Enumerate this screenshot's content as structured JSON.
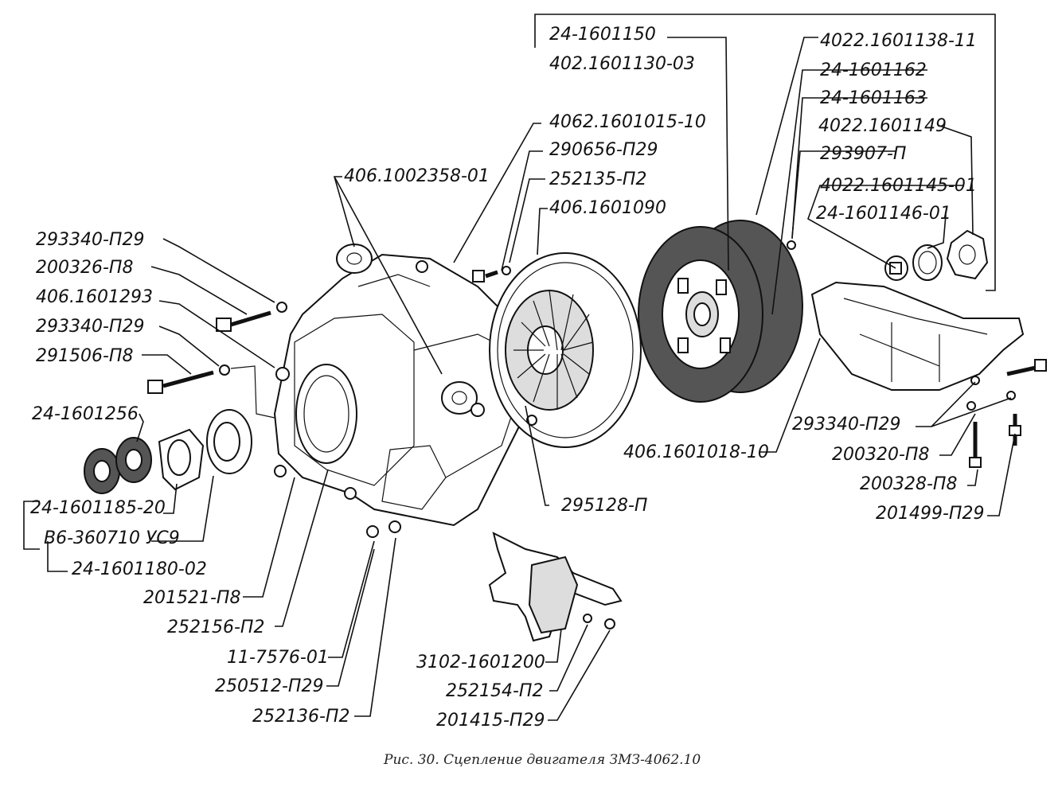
{
  "labels": {
    "l_24_1601150": "24-1601150",
    "l_402_1601130_03": "402.1601130-03",
    "l_4022_1601138_11": "4022.1601138-11",
    "l_24_1601162": "24-1601162",
    "l_24_1601163": "24-1601163",
    "l_4022_1601149": "4022.1601149",
    "l_293907_p": "293907-П",
    "l_4022_1601145_01": "4022.1601145-01",
    "l_24_1601146_01": "24-1601146-01",
    "l_4062_1601015_10": "4062.1601015-10",
    "l_290656_p29": "290656-П29",
    "l_252135_p2": "252135-П2",
    "l_406_1601090": "406.1601090",
    "l_406_1002358_01": "406.1002358-01",
    "l_293340_p29_a": "293340-П29",
    "l_200326_p8": "200326-П8",
    "l_406_1601293": "406.1601293",
    "l_293340_p29_b": "293340-П29",
    "l_291506_p8": "291506-П8",
    "l_24_1601256": "24-1601256",
    "l_24_1601185_20": "24-1601185-20",
    "l_v6_360710": "В6-360710 УС9",
    "l_24_1601180_02": "24-1601180-02",
    "l_201521_p8": "201521-П8",
    "l_252156_p2": "252156-П2",
    "l_11_7576_01": "11-7576-01",
    "l_250512_p29": "250512-П29",
    "l_252136_p2": "252136-П2",
    "l_3102_1601200": "3102-1601200",
    "l_252154_p2": "252154-П2",
    "l_201415_p29": "201415-П29",
    "l_295128_p": "295128-П",
    "l_406_1601018_10": "406.1601018-10",
    "l_293340_p29_c": "293340-П29",
    "l_200320_p8": "200320-П8",
    "l_200328_p8": "200328-П8",
    "l_201499_p29": "201499-П29"
  },
  "caption": "Рис. 30. Сцепление двигателя ЗМЗ-4062.10"
}
